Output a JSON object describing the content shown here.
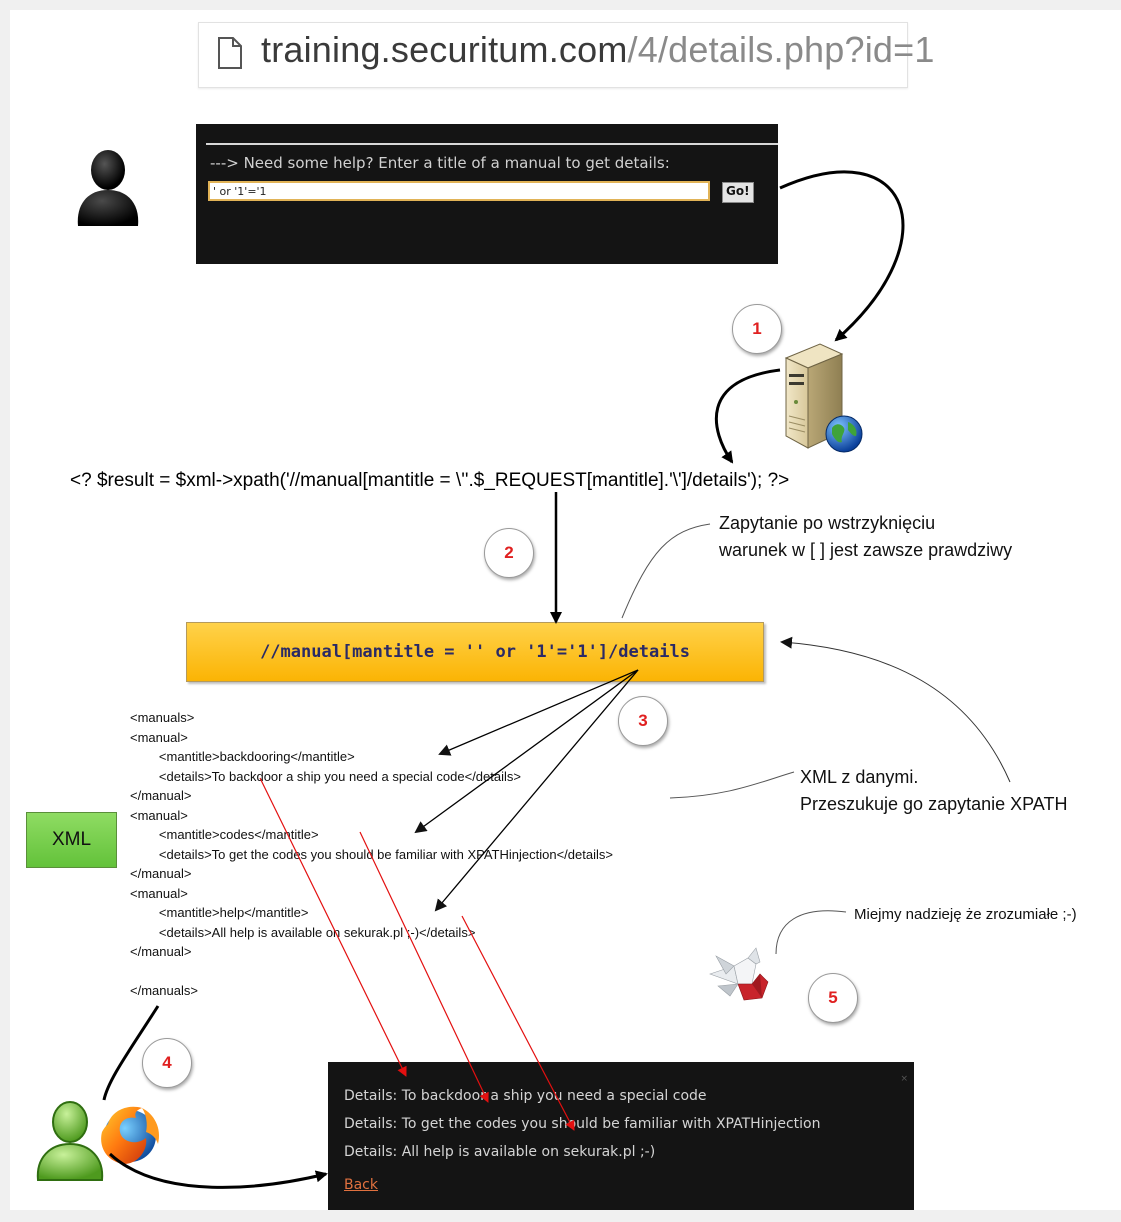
{
  "browser": {
    "url_domain": "training.securitum.com",
    "url_path": "/4/details.php?id=1"
  },
  "help_form": {
    "label": "---> Need some help? Enter a title of a manual to get details:",
    "input_value": "' or '1'='1",
    "go_label": "Go!"
  },
  "code": {
    "php_line": "<? $result = $xml->xpath('//manual[mantitle = \\''.$_REQUEST[mantitle].'\\']/details'); ?>",
    "xpath_query": "//manual[mantitle = '' or '1'='1']/details"
  },
  "annotations": {
    "query_note_line1": "Zapytanie po wstrzyknięciu",
    "query_note_line2": "warunek w [ ] jest zawsze prawdziwy",
    "xml_note_line1": "XML z danymi.",
    "xml_note_line2": "Przeszukuje go zapytanie XPATH",
    "hope_note": "Miejmy nadzieję że zrozumiałe ;-)"
  },
  "xml_label": "XML",
  "xml_lines": [
    "<manuals>",
    "<manual>",
    "        <mantitle>backdooring</mantitle>",
    "        <details>To backdoor a ship you need a special code</details>",
    "</manual>",
    "<manual>",
    "        <mantitle>codes</mantitle>",
    "        <details>To get the codes you should be familiar with XPATHinjection</details>",
    "</manual>",
    "<manual>",
    "        <mantitle>help</mantitle>",
    "        <details>All help is available on sekurak.pl ;-)</details>",
    "</manual>",
    "",
    "</manuals>"
  ],
  "steps": [
    "1",
    "2",
    "3",
    "4",
    "5"
  ],
  "results": {
    "lines": [
      "Details: To backdoor a ship you need a special code",
      "Details: To get the codes you should be familiar with XPATHinjection",
      "Details: All help is available on sekurak.pl ;-)"
    ],
    "back_label": "Back",
    "close_glyph": "×"
  },
  "colors": {
    "arrow_black": "#000000",
    "arrow_red": "#e31010",
    "step_number": "#e02020",
    "xpath_box": "#fbb404",
    "xml_label": "#6cc843",
    "panel_bg": "#141414",
    "back_link": "#e0713f"
  },
  "icons": [
    "page-icon",
    "attacker-user-icon",
    "web-server-icon",
    "globe-icon",
    "victim-user-icon",
    "firefox-icon",
    "origami-bird-icon"
  ]
}
